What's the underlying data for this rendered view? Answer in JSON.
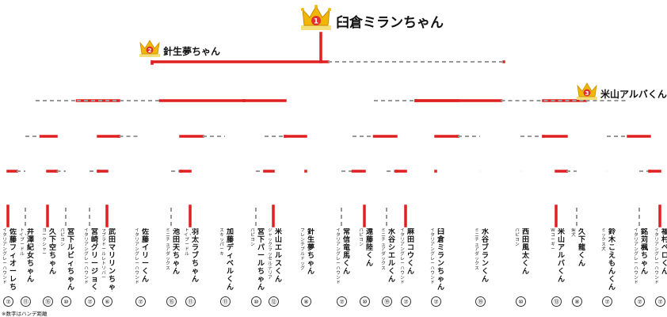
{
  "podium": {
    "first": {
      "badge": "1",
      "name": "臼倉ミランちゃん"
    },
    "second": {
      "badge": "2",
      "name": "針生夢ちゃん"
    },
    "third": {
      "badge": "3",
      "name": "米山アルバくん"
    }
  },
  "colors": {
    "winner_line": "#e02020",
    "other_line": "#999999",
    "crown_gold": "#f2b705",
    "badge_red": "#e03030"
  },
  "entrants": [
    {
      "name": "佐藤フィオーレちゃん",
      "breed": "イタリアングレーハウンド",
      "rank": "⑦"
    },
    {
      "name": "井澤紀女ちゃん",
      "breed": "トイ・プードル",
      "rank": "⑪"
    },
    {
      "name": "久下空ちゃん",
      "breed": "ヨークシャー",
      "rank": "⑮"
    },
    {
      "name": "宮下ルビィちゃん",
      "breed": "パピヨン",
      "rank": "⑩"
    },
    {
      "name": "宮崎グリージョくん",
      "breed": "イタリアングレーハウンド",
      "rank": "⑦"
    },
    {
      "name": "武田マリリンちゃん",
      "breed": "ラブラドールレトリバー",
      "rank": "⑥"
    },
    {
      "name": "佐藤イリーくん",
      "breed": "イタリアングレーハウンド",
      "rank": "⑦"
    },
    {
      "name": "池田天ちゃん",
      "breed": "ミニチュアダックス",
      "rank": "⑮"
    },
    {
      "name": "羽太ラブちゃん",
      "breed": "トイ・プードル",
      "rank": "⑪"
    },
    {
      "name": "加藤ディベルくん",
      "breed": "スキッパーキ",
      "rank": "⑪"
    },
    {
      "name": "宮下パールちゃん",
      "breed": "パピヨン",
      "rank": "⑩"
    },
    {
      "name": "米山エルスくん",
      "breed": "ジャックラッセルテリア",
      "rank": "⑫"
    },
    {
      "name": "針生夢ちゃん",
      "breed": "フレンチブルドッグ",
      "rank": "⑧"
    },
    {
      "name": "常信竜馬くん",
      "breed": "イタリアングレーハウンド",
      "rank": "⑦"
    },
    {
      "name": "遠藤陸くん",
      "breed": "パピヨン",
      "rank": "⑩"
    },
    {
      "name": "水谷シエルくん",
      "breed": "ミニチュアダックス",
      "rank": "⑲"
    },
    {
      "name": "麻田コウくん",
      "breed": "イタリアングレーハウンド",
      "rank": "⑦"
    },
    {
      "name": "臼倉ミランちゃん",
      "breed": "イタリアングレーハウンド",
      "rank": "⑦"
    },
    {
      "name": "水谷ブランくん",
      "breed": "ミニチュアダックス",
      "rank": "⑲"
    },
    {
      "name": "西田風太くん",
      "breed": "パピヨン",
      "rank": "⑩"
    },
    {
      "name": "米山アルバくん",
      "breed": "Wコーギー",
      "rank": "⑬"
    },
    {
      "name": "久下龍くん",
      "breed": "柴犬",
      "rank": "⑧"
    },
    {
      "name": "鈴木こえもんくん",
      "breed": "ミックス犬",
      "rank": "⑦"
    },
    {
      "name": "銘苅楓ちゃん",
      "breed": "イタリアングレーハウンド",
      "rank": "⑦"
    },
    {
      "name": "福村ベロくん",
      "breed": "イタリアングレーハウンド",
      "rank": "⑦"
    }
  ],
  "footnote": "※数字はハンデ距離"
}
